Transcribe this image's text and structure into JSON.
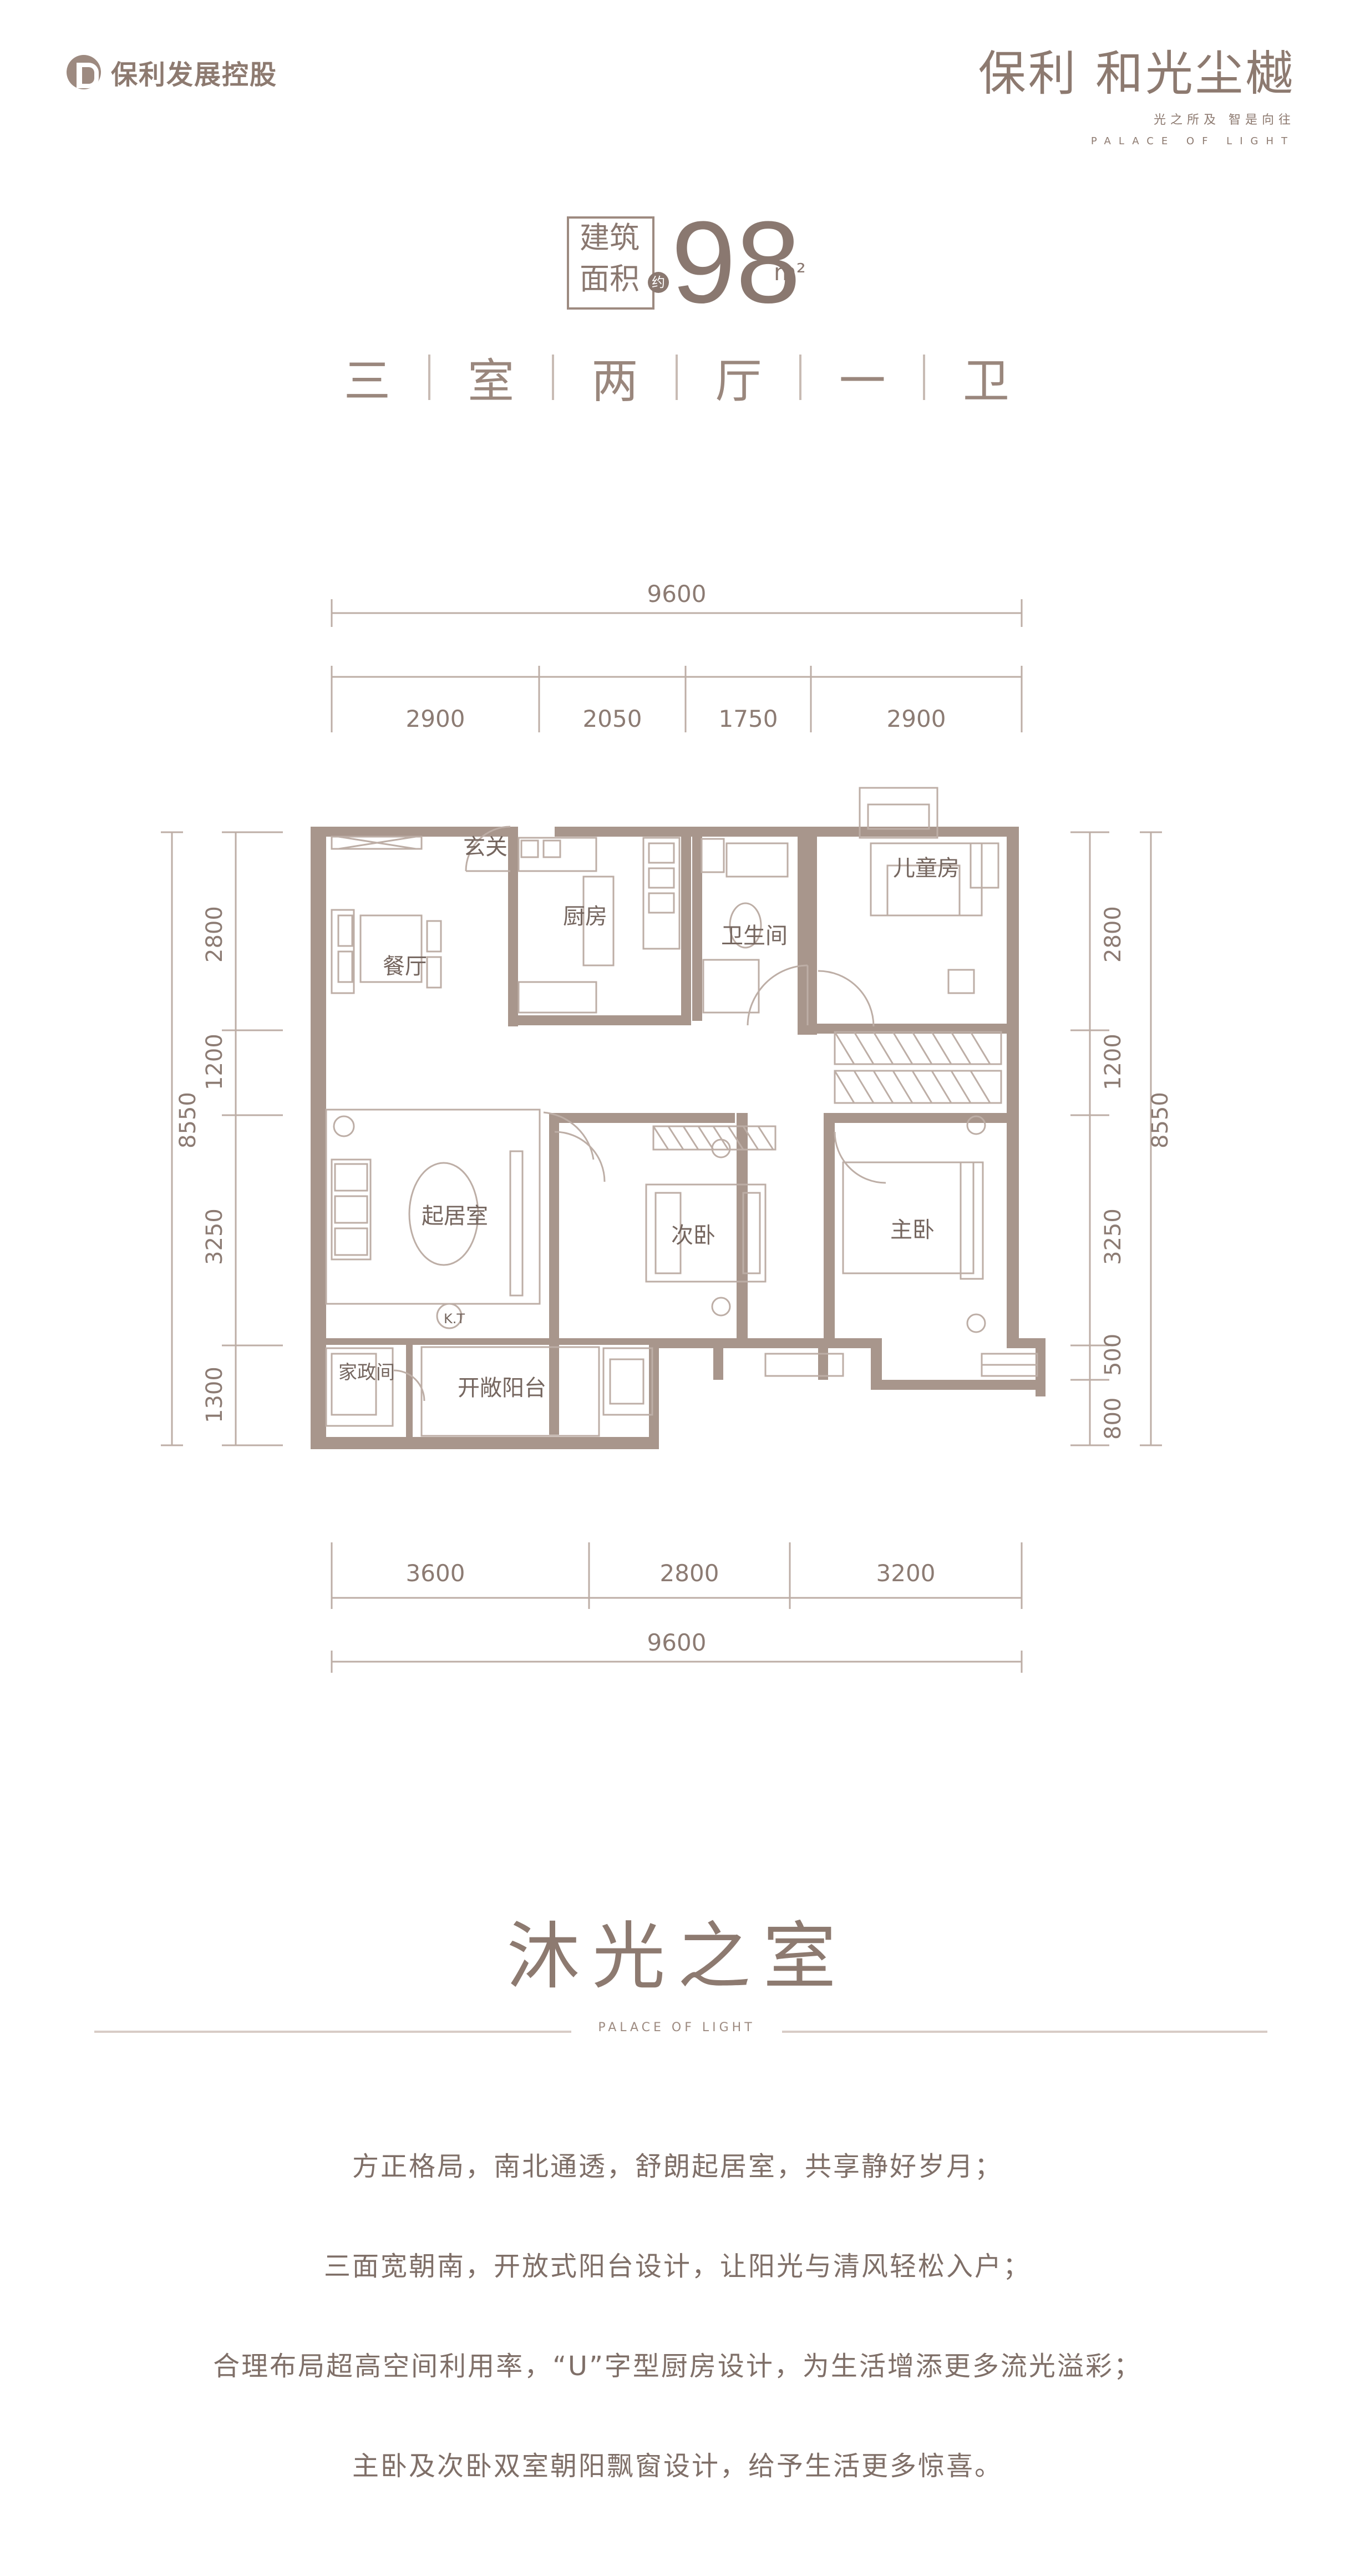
{
  "brand": {
    "name": "保利发展控股",
    "mark": "logo-mark"
  },
  "project": {
    "name": "保利 和光尘樾",
    "slogan": "光之所及 智是向往",
    "english": "PALACE OF LIGHT"
  },
  "area": {
    "label_top": "建筑",
    "label_bottom": "面积",
    "approx": "约",
    "value": "98",
    "unit": "m²"
  },
  "layout": [
    "三",
    "室",
    "两",
    "厅",
    "一",
    "卫"
  ],
  "plan": {
    "dimensions": {
      "top_total": "9600",
      "top_parts": [
        "2900",
        "2050",
        "1750",
        "2900"
      ],
      "bottom_parts": [
        "3600",
        "2800",
        "3200"
      ],
      "bottom_total": "9600",
      "left_total": "8550",
      "left_parts": [
        "2800",
        "1200",
        "3250",
        "1300"
      ],
      "right_total": "8550",
      "right_parts": [
        "2800",
        "1200",
        "3250",
        "500",
        "800"
      ]
    },
    "rooms": {
      "entry": "玄关",
      "kitchen": "厨房",
      "bath": "卫生间",
      "kids": "儿童房",
      "dining": "餐厅",
      "living": "起居室",
      "second": "次卧",
      "master": "主卧",
      "balcony": "开敞阳台",
      "utility": "家政间",
      "kt": "K.T"
    }
  },
  "section": {
    "title": "沐光之室",
    "tag": "PALACE OF LIGHT"
  },
  "descriptions": [
    "方正格局，南北通透，舒朗起居室，共享静好岁月；",
    "三面宽朝南，开放式阳台设计，让阳光与清风轻松入户；",
    "合理布局超高空间利用率，“U”字型厨房设计，为生活增添更多流光溢彩；",
    "主卧及次卧双室朝阳飘窗设计，给予生活更多惊喜。"
  ],
  "colors": {
    "wall": "#a8968c",
    "line": "#bdaea6",
    "text": "#7f6f68"
  }
}
